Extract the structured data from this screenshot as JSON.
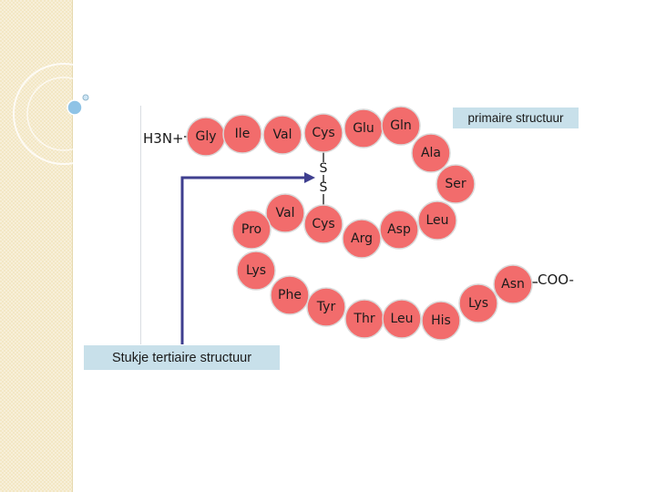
{
  "labels": {
    "primary_structure": "primaire structuur",
    "tertiary_structure": "Stukje tertiaire structuur"
  },
  "terminals": {
    "n_terminus": "H3N+",
    "c_terminus": "COO-"
  },
  "disulfide": {
    "s1": "S",
    "s2": "S"
  },
  "residues": [
    "Gly",
    "Ile",
    "Val",
    "Cys",
    "Glu",
    "Gln",
    "Ala",
    "Ser",
    "Leu",
    "Asp",
    "Arg",
    "Cys",
    "Val",
    "Pro",
    "Lys",
    "Phe",
    "Tyr",
    "Thr",
    "Leu",
    "His",
    "Lys",
    "Asn"
  ],
  "colors": {
    "residue": "#f26c6c",
    "arrow": "#3f3f8f",
    "label_bg": "#c8e0ea"
  }
}
